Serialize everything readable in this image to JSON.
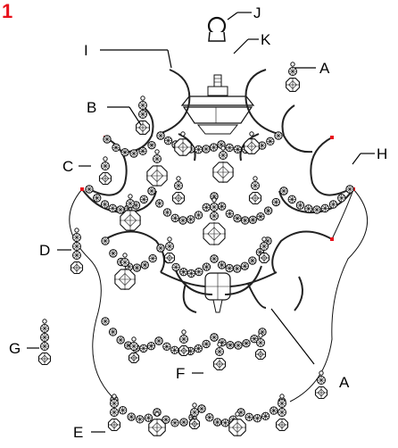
{
  "step_number": "1",
  "labels": {
    "A_top": "A",
    "A_bottom": "A",
    "B": "B",
    "C": "C",
    "D": "D",
    "E": "E",
    "F": "F",
    "G": "G",
    "H": "H",
    "I": "I",
    "J": "J",
    "K": "K"
  },
  "colors": {
    "step_number": "#e8101a",
    "arm_tips": "#e8101a",
    "line_art": "#111111"
  }
}
